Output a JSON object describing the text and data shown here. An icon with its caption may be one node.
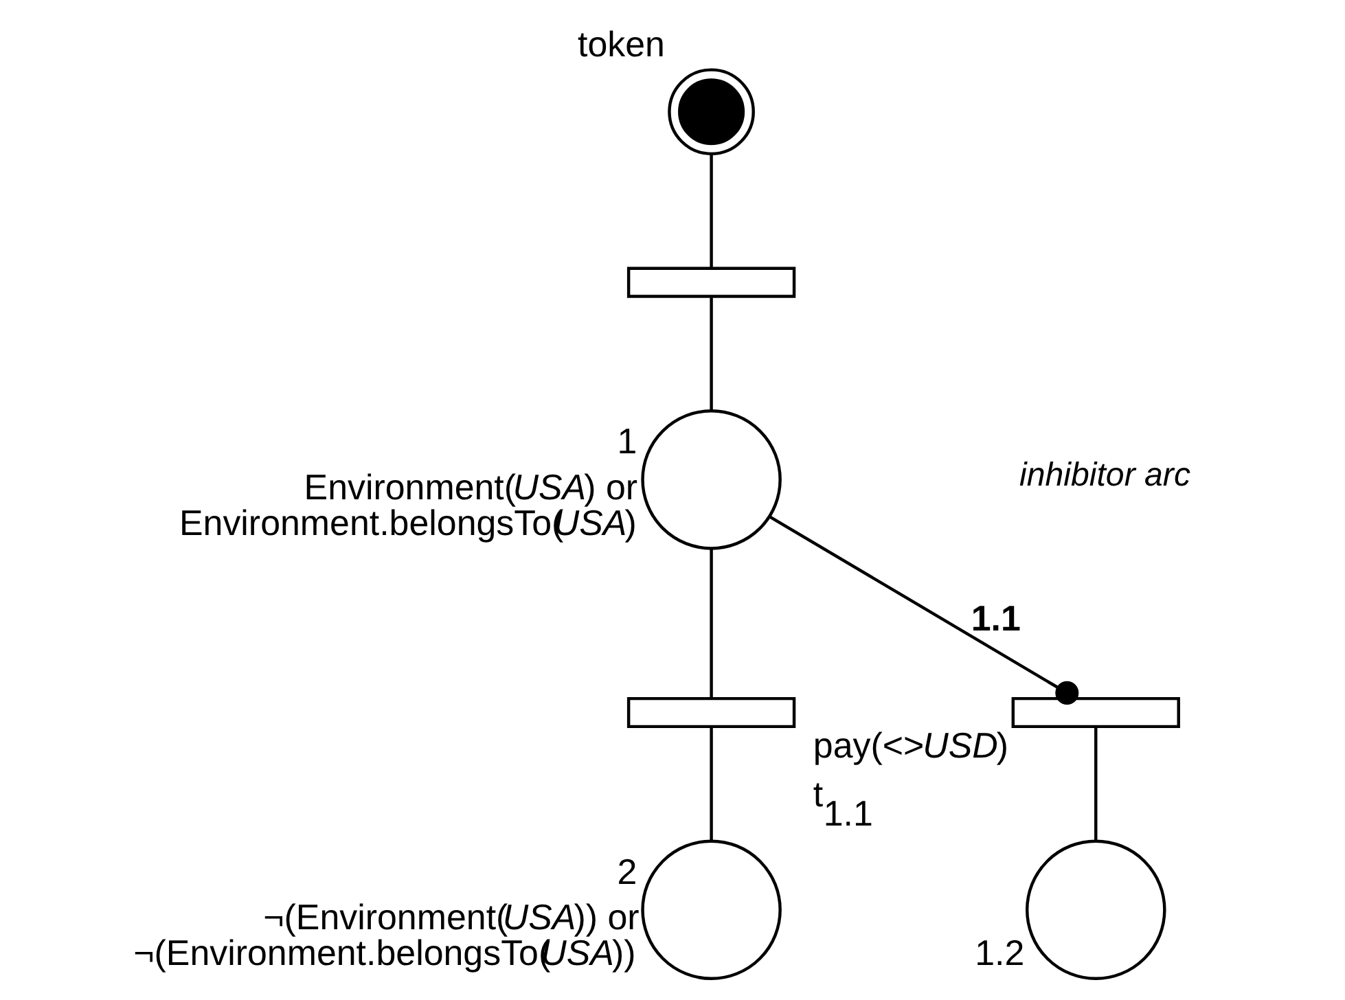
{
  "diagram": {
    "nodes": [
      {
        "text": [],
        "shape": "circle",
        "beside": [
          "token"
        ]
      },
      {
        "text": [],
        "shape": "bar"
      },
      {
        "text": [],
        "shape": "circle",
        "beside": [
          "1",
          "Environment(*USA*) or Environment.belongsTo(*USA*)"
        ]
      },
      {
        "text": [],
        "shape": "bar"
      },
      {
        "text": [],
        "shape": "bar",
        "beside": [
          "pay(<>*USD*)",
          "t$_{1.1}$"
        ]
      },
      {
        "text": [],
        "shape": "circle",
        "beside": [
          "2",
          "¬(Environment(*USA*)) or ¬(Environment.belongsTo(*USA*))"
        ]
      },
      {
        "text": [],
        "shape": "circle",
        "beside": [
          "1.2"
        ]
      }
    ],
    "edges": [
      {
        "from": 0,
        "to": 1,
        "arrow": "none"
      },
      {
        "from": 1,
        "to": 2,
        "arrow": "none"
      },
      {
        "from": 2,
        "to": 3,
        "arrow": "none"
      },
      {
        "from": 2,
        "to": 4,
        "arrow": "other",
        "label": "1.1"
      },
      {
        "from": 3,
        "to": 5,
        "arrow": "none"
      },
      {
        "from": 4,
        "to": 6,
        "arrow": "none"
      }
    ],
    "labels": [
      "inhibitor arc"
    ]
  }
}
